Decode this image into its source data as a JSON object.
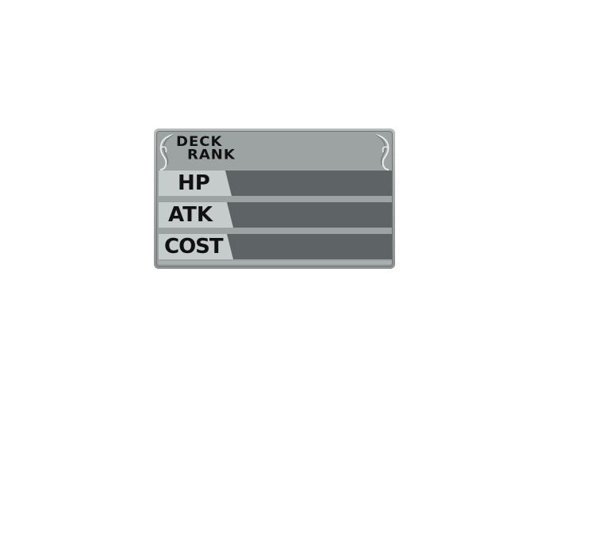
{
  "panel": {
    "title_line1": "DECK",
    "title_line2": "RANK"
  },
  "stats": [
    {
      "label": "HP",
      "value": ""
    },
    {
      "label": "ATK",
      "value": ""
    },
    {
      "label": "COST",
      "value": ""
    }
  ],
  "colors": {
    "frame": "#9da2a2",
    "label_bg": "#c6cbcb",
    "bar_bg": "#5e6366",
    "text": "#111111"
  },
  "icons": {
    "corner_left": "ornament-left-icon",
    "corner_right": "ornament-right-icon"
  }
}
